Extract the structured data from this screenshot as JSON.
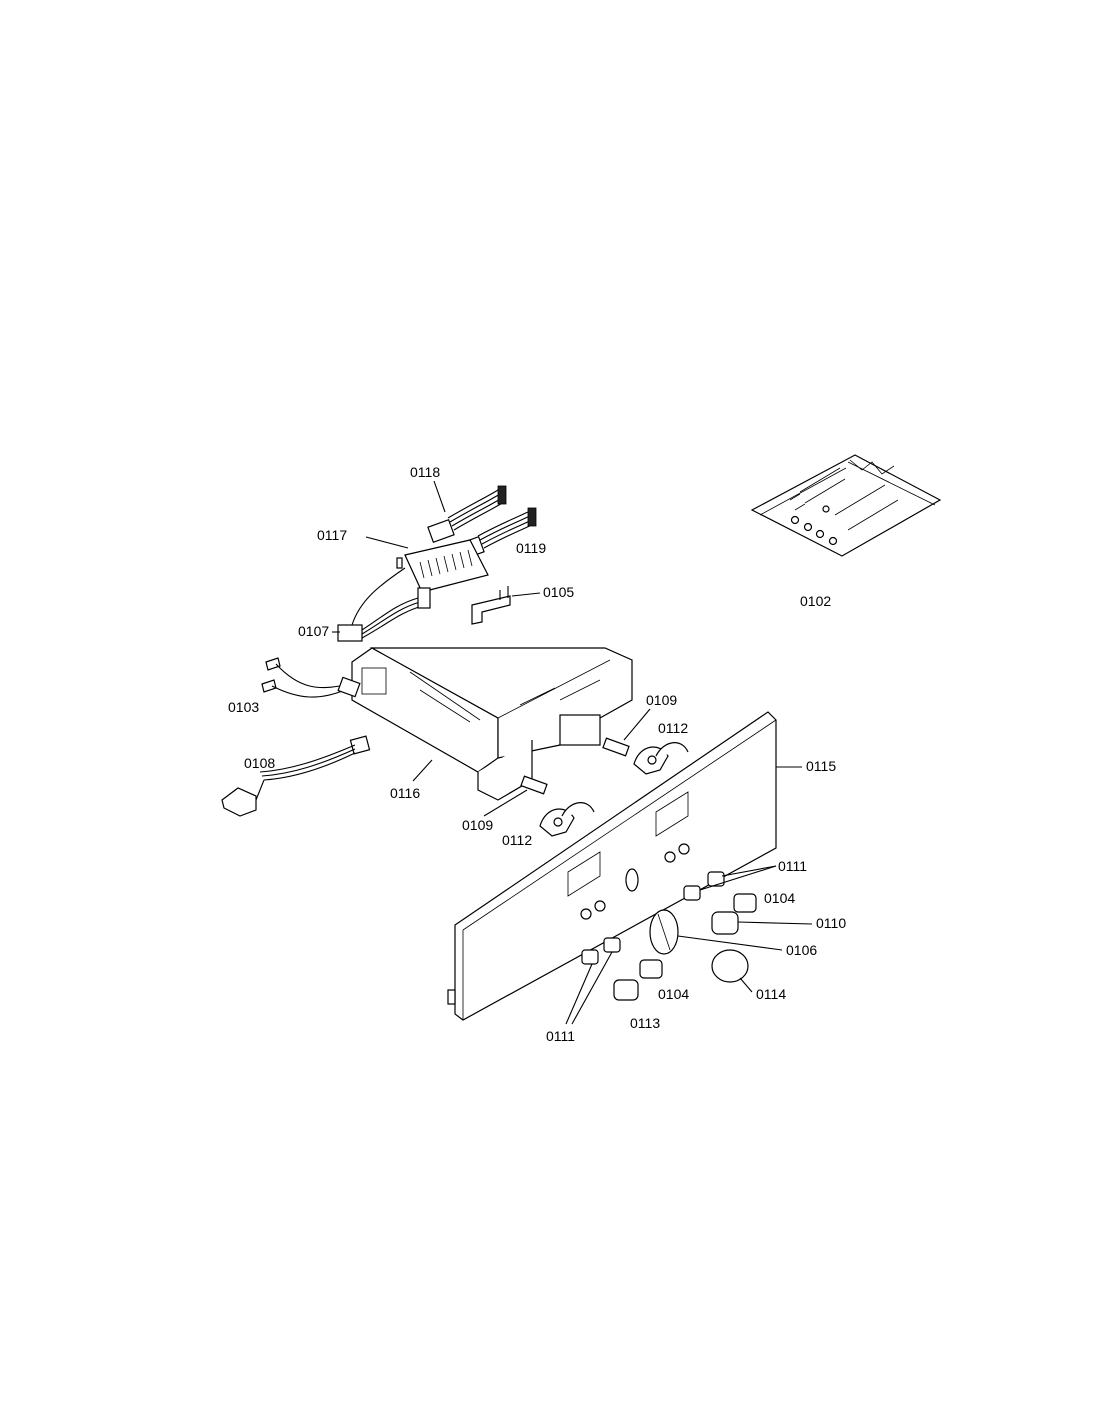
{
  "labels": {
    "p0118": "0118",
    "p0117": "0117",
    "p0119": "0119",
    "p0105": "0105",
    "p0107": "0107",
    "p0102": "0102",
    "p0103": "0103",
    "p0109a": "0109",
    "p0112a": "0112",
    "p0115": "0115",
    "p0108": "0108",
    "p0116": "0116",
    "p0109b": "0109",
    "p0112b": "0112",
    "p0111a": "0111",
    "p0104a": "0104",
    "p0110": "0110",
    "p0106": "0106",
    "p0104b": "0104",
    "p0114": "0114",
    "p0113": "0113",
    "p0111b": "0111"
  }
}
